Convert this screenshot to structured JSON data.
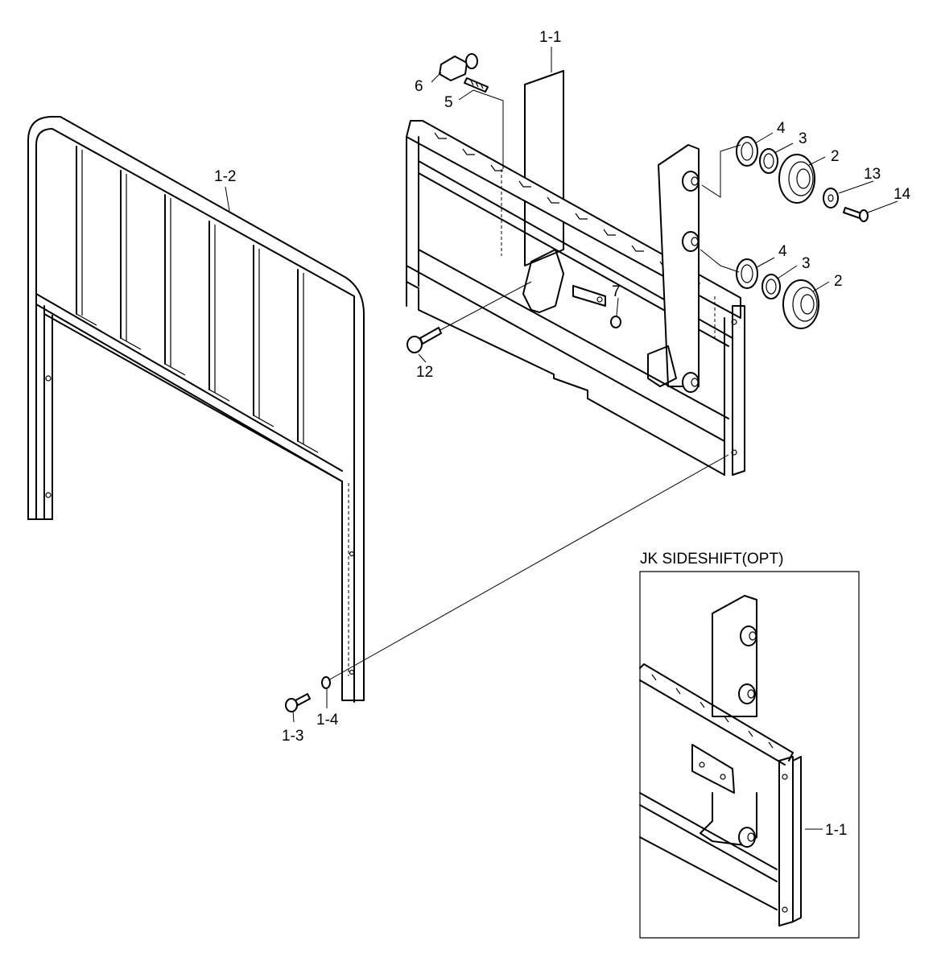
{
  "inset": {
    "title": "JK SIDESHIFT(OPT)"
  },
  "callouts": {
    "p1_1": "1-1",
    "p1_2": "1-2",
    "p1_3": "1-3",
    "p1_4": "1-4",
    "p2a": "2",
    "p2b": "2",
    "p3a": "3",
    "p3b": "3",
    "p4a": "4",
    "p4b": "4",
    "p5": "5",
    "p6": "6",
    "p7": "7",
    "p12": "12",
    "p13": "13",
    "p14": "14",
    "inset_1_1": "1-1"
  }
}
